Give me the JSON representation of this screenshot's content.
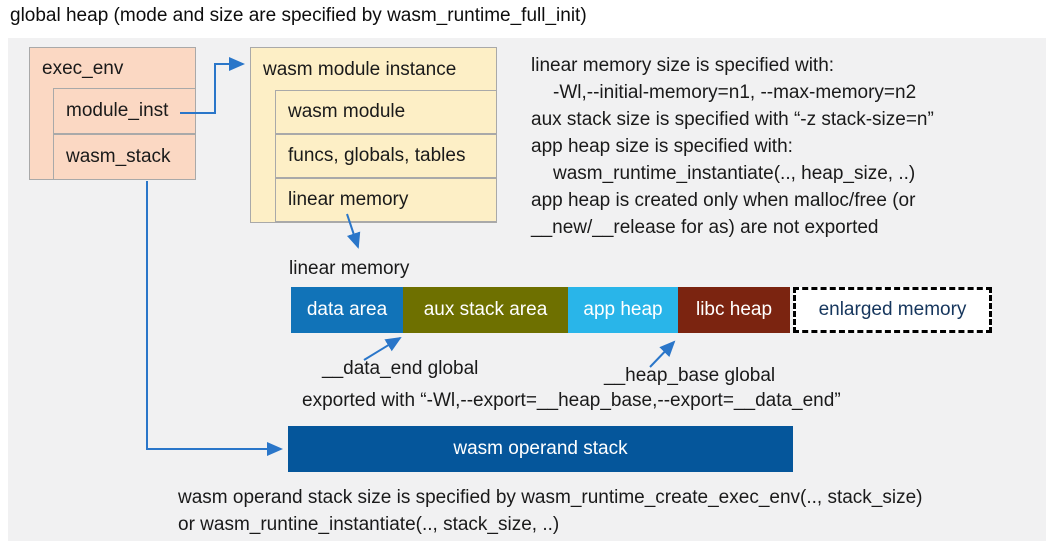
{
  "title": "global heap (mode and size are specified by wasm_runtime_full_init)",
  "exec_env_box": {
    "header": "exec_env",
    "rows": [
      "module_inst",
      "wasm_stack"
    ],
    "fill": "#fbd8c3",
    "border": "#a9a9a9"
  },
  "module_instance_box": {
    "header": "wasm module instance",
    "rows": [
      "wasm module",
      "funcs, globals, tables",
      "linear memory"
    ],
    "fill": "#fdefc6",
    "border": "#a9a9a9"
  },
  "info_block": {
    "lines": [
      "linear memory size is specified with:",
      "-Wl,--initial-memory=n1, --max-memory=n2",
      "aux stack size is specified with “-z stack-size=n”",
      "app heap size is specified with:",
      "wasm_runtime_instantiate(.., heap_size, ..)",
      "app heap is created only when malloc/free (or",
      "__new/__release for as) are not exported"
    ]
  },
  "linear_memory": {
    "label": "linear memory",
    "segments": [
      {
        "label": "data area",
        "color": "#1173b8"
      },
      {
        "label": "aux stack area",
        "color": "#6e7000"
      },
      {
        "label": "app heap",
        "color": "#29b5e9"
      },
      {
        "label": "libc heap",
        "color": "#7b2410"
      },
      {
        "label": "enlarged memory",
        "color": "#ffffff",
        "text_color": "#16365d",
        "border_style": "dashed"
      }
    ]
  },
  "annotations": {
    "data_end": "__data_end global",
    "heap_base": "__heap_base global",
    "exported": "exported with “-Wl,--export=__heap_base,--export=__data_end”"
  },
  "operand_stack": {
    "label": "wasm operand stack",
    "color": "#05569b"
  },
  "bottom_note": {
    "line1": "wasm operand stack size is specified by wasm_runtime_create_exec_env(.., stack_size)",
    "line2": "or wasm_runtine_instantiate(.., stack_size, ..)"
  },
  "colors": {
    "panel_bg": "#f1f1f2",
    "connector": "#2a76c9",
    "box_border": "#a9a9a9"
  }
}
